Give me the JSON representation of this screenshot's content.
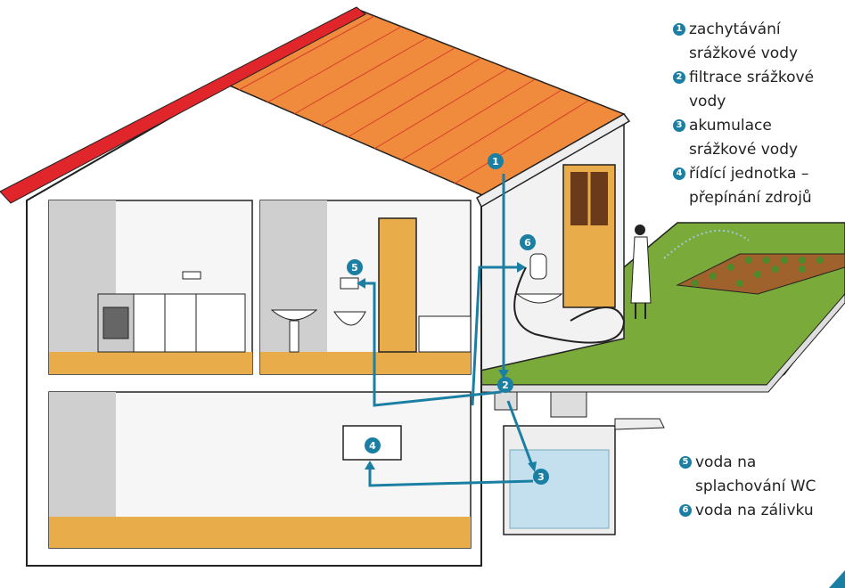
{
  "colors": {
    "pipe": "#1b7fa3",
    "roof": "#f08a3c",
    "roof_edge": "#e0262b",
    "floor": "#e8ad4a",
    "lawn": "#7aaa3a",
    "water": "#c4e0ee"
  },
  "markers": [
    "1",
    "2",
    "3",
    "4",
    "5",
    "6"
  ],
  "legend_top": [
    {
      "num": "1",
      "lines": [
        "zachytávání",
        "srážkové vody"
      ]
    },
    {
      "num": "2",
      "lines": [
        "filtrace srážkové",
        "vody"
      ]
    },
    {
      "num": "3",
      "lines": [
        "akumulace",
        "srážkové vody"
      ]
    },
    {
      "num": "4",
      "lines": [
        "řídící jednotka –",
        "přepínání zdrojů"
      ]
    }
  ],
  "legend_bottom": [
    {
      "num": "5",
      "lines": [
        "voda na",
        "splachování WC"
      ]
    },
    {
      "num": "6",
      "lines": [
        "voda na zálivku"
      ]
    }
  ]
}
